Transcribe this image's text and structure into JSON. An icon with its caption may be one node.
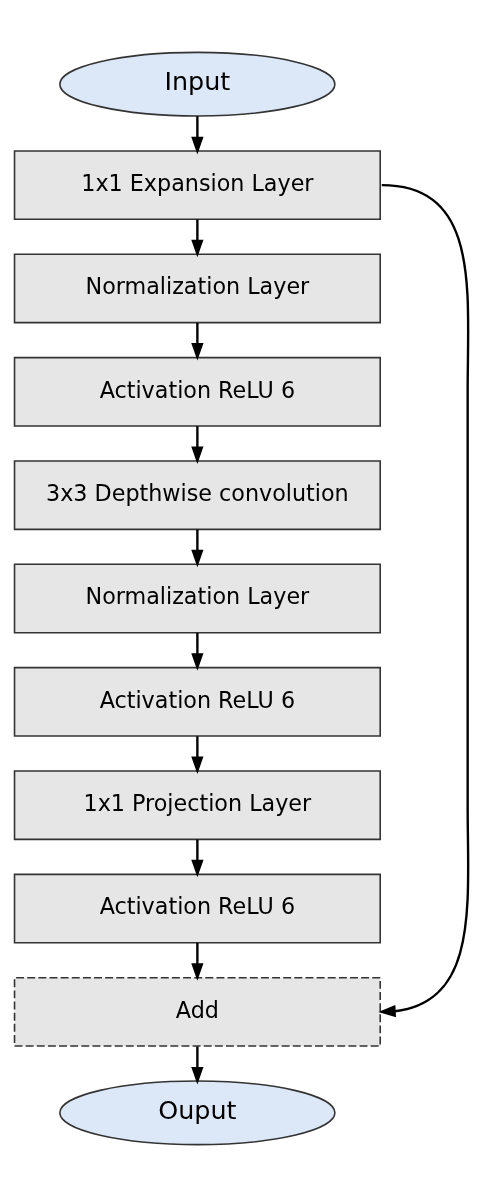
{
  "diagram": {
    "nodes": [
      {
        "text": [
          "Input"
        ]
      },
      {
        "text": [
          "1x1 Expansion Layer"
        ]
      },
      {
        "text": [
          "Normalization Layer"
        ]
      },
      {
        "text": [
          "Activation ReLU 6"
        ]
      },
      {
        "text": [
          "3x3 Depthwise convolution"
        ]
      },
      {
        "text": [
          "Normalization Layer"
        ]
      },
      {
        "text": [
          "Activation ReLU 6"
        ]
      },
      {
        "text": [
          "1x1 Projection Layer"
        ]
      },
      {
        "text": [
          "Activation ReLU 6"
        ]
      },
      {
        "text": [
          "Add"
        ]
      },
      {
        "text": [
          "Ouput"
        ]
      }
    ],
    "edges": [
      {
        "from": 0,
        "to": 1,
        "arrow": "to"
      },
      {
        "from": 1,
        "to": 2,
        "arrow": "to"
      },
      {
        "from": 2,
        "to": 3,
        "arrow": "to"
      },
      {
        "from": 3,
        "to": 4,
        "arrow": "to"
      },
      {
        "from": 4,
        "to": 5,
        "arrow": "to"
      },
      {
        "from": 5,
        "to": 6,
        "arrow": "to"
      },
      {
        "from": 6,
        "to": 7,
        "arrow": "to"
      },
      {
        "from": 7,
        "to": 8,
        "arrow": "to"
      },
      {
        "from": 8,
        "to": 9,
        "arrow": "to"
      },
      {
        "from": 9,
        "to": 10,
        "arrow": "to"
      },
      {
        "from": 1,
        "to": 9,
        "arrow": "to"
      }
    ]
  }
}
